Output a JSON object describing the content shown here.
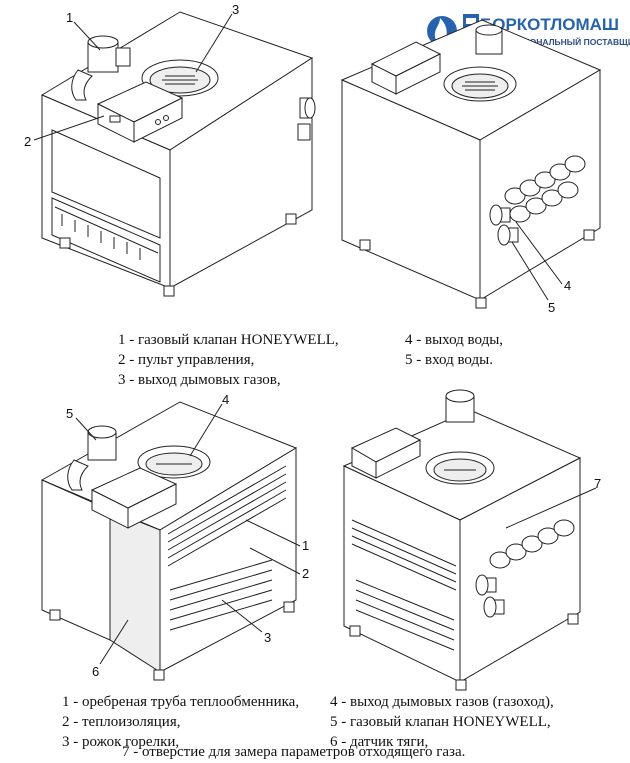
{
  "logo": {
    "name": "БОРКОТЛОМАШ",
    "tagline": "ПРОФЕССИОНАЛЬНЫЙ ПОСТАВЩИК"
  },
  "top_callouts": {
    "c1": "1",
    "c2": "2",
    "c3": "3",
    "c4": "4",
    "c5": "5"
  },
  "top_legend": {
    "left": [
      "1 - газовый клапан  HONEYWELL,",
      "2 - пульт управления,",
      "3 - выход дымовых газов,"
    ],
    "right": [
      "4 - выход воды,",
      "5 - вход воды."
    ]
  },
  "bottom_callouts": {
    "c1": "1",
    "c2": "2",
    "c3": "3",
    "c4": "4",
    "c5": "5",
    "c6": "6",
    "c7": "7"
  },
  "bottom_legend": {
    "left": [
      "1 - оребреная труба теплообменника,",
      "2 - теплоизоляция,",
      "3 - рожок горелки,"
    ],
    "right": [
      "4 - выход дымовых газов (газоход),",
      "5 - газовый клапан HONEYWELL,",
      "6 - датчик тяги,"
    ],
    "footer": "7 - отверстие для замера параметров отходящего газа."
  }
}
